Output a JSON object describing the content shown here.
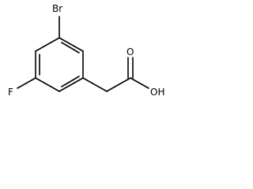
{
  "molecule": {
    "atoms": {
      "br": "Br",
      "f": "F",
      "o": "O",
      "oh": "OH"
    },
    "line_color": "#000000",
    "background": "#ffffff"
  }
}
